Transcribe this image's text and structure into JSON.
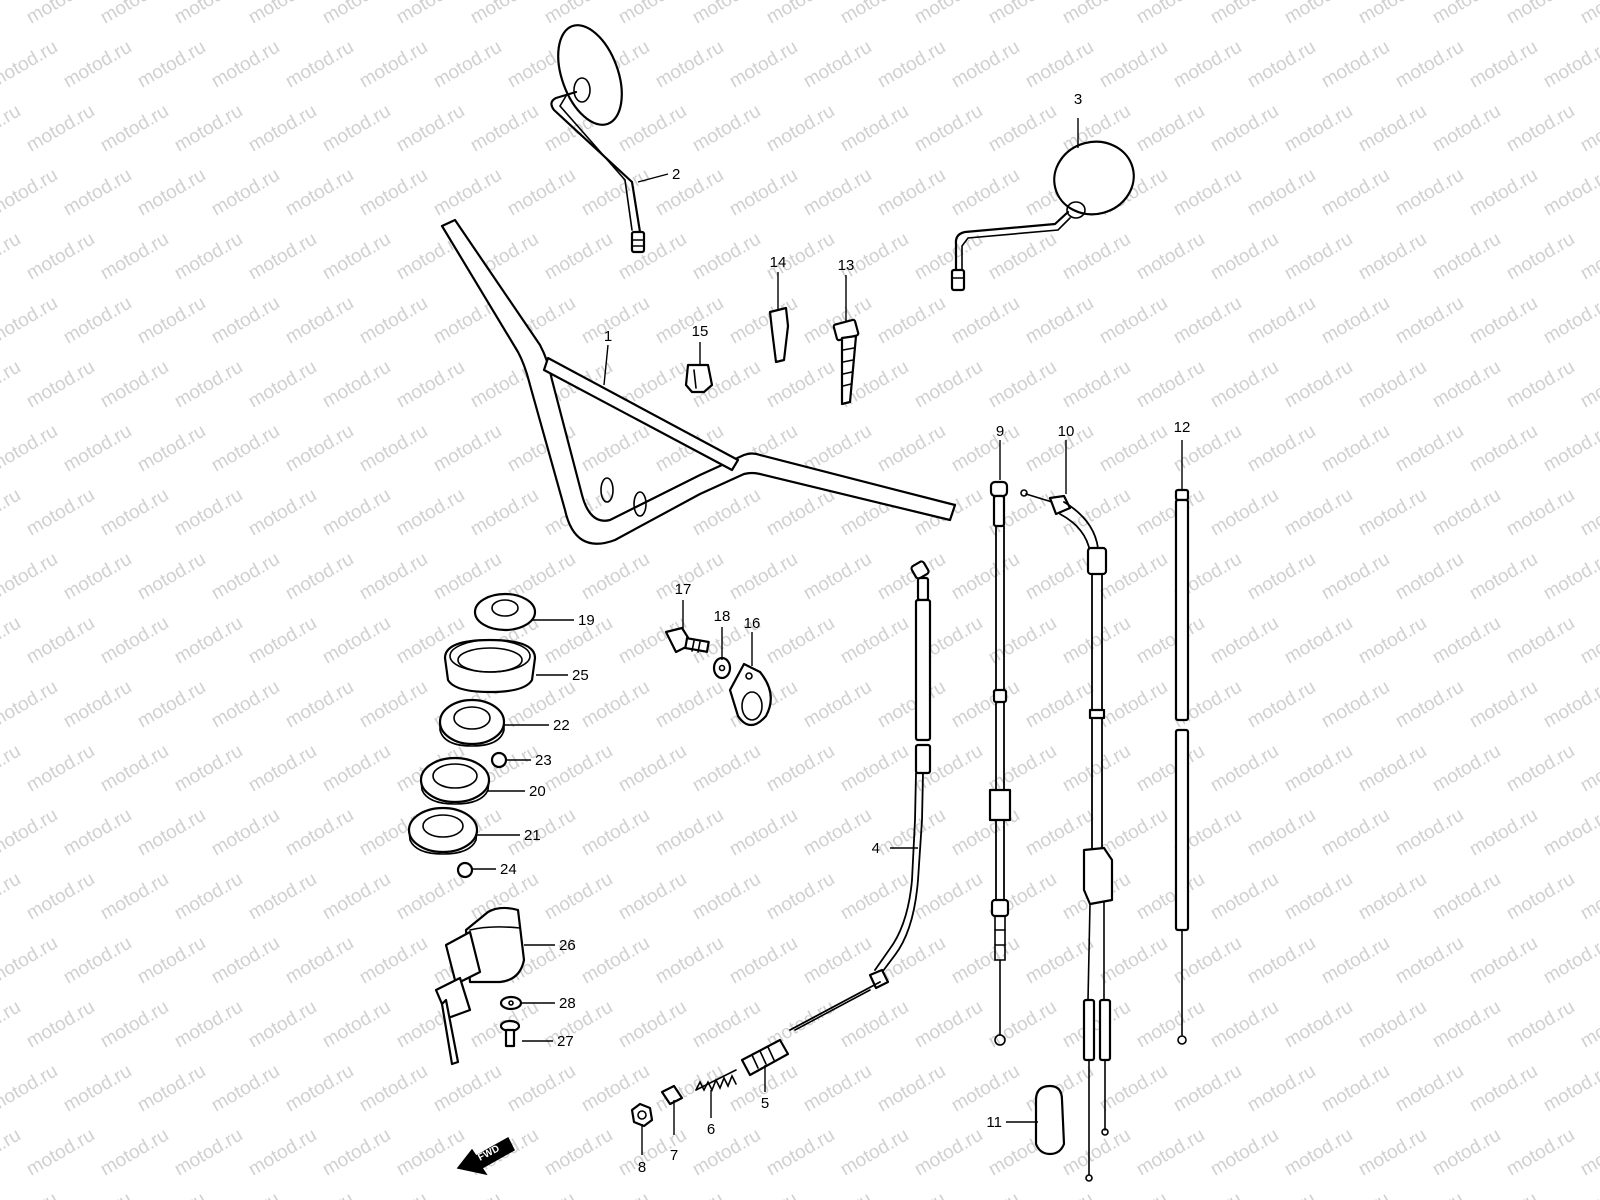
{
  "watermark": "motod.ru",
  "fwd_label": "FWD",
  "callouts": [
    {
      "id": "1",
      "label": "1"
    },
    {
      "id": "2",
      "label": "2"
    },
    {
      "id": "3",
      "label": "3"
    },
    {
      "id": "4",
      "label": "4"
    },
    {
      "id": "5",
      "label": "5"
    },
    {
      "id": "6",
      "label": "6"
    },
    {
      "id": "7",
      "label": "7"
    },
    {
      "id": "8",
      "label": "8"
    },
    {
      "id": "9",
      "label": "9"
    },
    {
      "id": "10",
      "label": "10"
    },
    {
      "id": "11",
      "label": "11"
    },
    {
      "id": "12",
      "label": "12"
    },
    {
      "id": "13",
      "label": "13"
    },
    {
      "id": "14",
      "label": "14"
    },
    {
      "id": "15",
      "label": "15"
    },
    {
      "id": "16",
      "label": "16"
    },
    {
      "id": "17",
      "label": "17"
    },
    {
      "id": "18",
      "label": "18"
    },
    {
      "id": "19",
      "label": "19"
    },
    {
      "id": "20",
      "label": "20"
    },
    {
      "id": "21",
      "label": "21"
    },
    {
      "id": "22",
      "label": "22"
    },
    {
      "id": "23",
      "label": "23"
    },
    {
      "id": "24",
      "label": "24"
    },
    {
      "id": "25",
      "label": "25"
    },
    {
      "id": "26",
      "label": "26"
    },
    {
      "id": "27",
      "label": "27"
    },
    {
      "id": "28",
      "label": "28"
    }
  ]
}
